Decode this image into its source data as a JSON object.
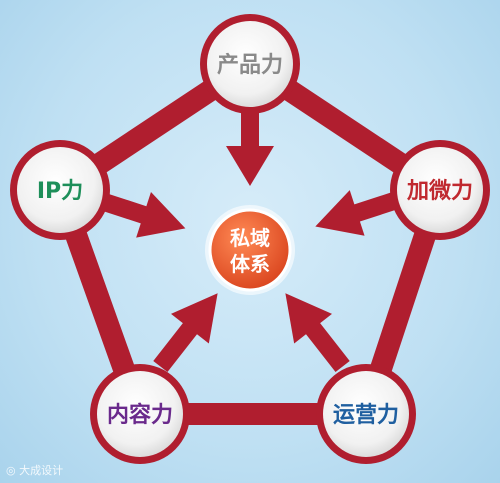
{
  "diagram": {
    "center": {
      "line1": "私域",
      "line2": "体系",
      "color": "#e8542a"
    },
    "frame_color": "#b01e2f",
    "nodes": [
      {
        "id": "top",
        "label": "产品力",
        "color": "#8a8a8a"
      },
      {
        "id": "left",
        "label": "IP力",
        "color": "#1e8f5a"
      },
      {
        "id": "right",
        "label": "加微力",
        "color": "#c0292f"
      },
      {
        "id": "bottom_left",
        "label": "内容力",
        "color": "#6a2a8c"
      },
      {
        "id": "bottom_right",
        "label": "运营力",
        "color": "#1f5fa0"
      }
    ]
  },
  "watermark": "大成设计"
}
